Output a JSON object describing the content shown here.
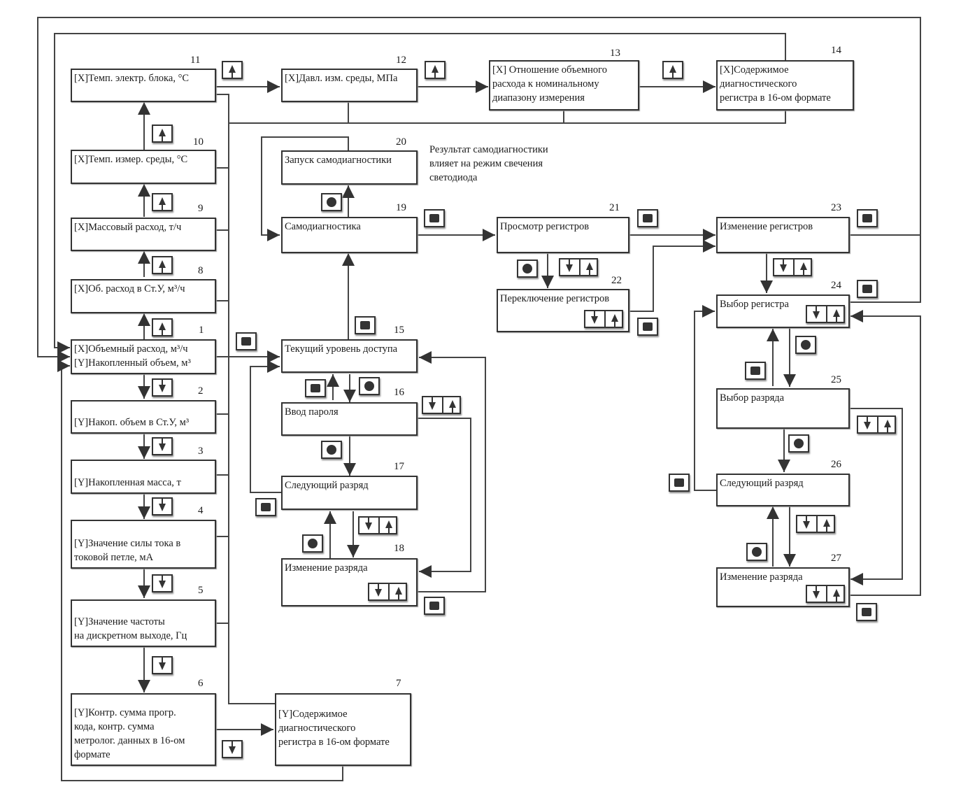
{
  "diagram": {
    "type": "state-transition menu diagram",
    "note": "Результат самодиагностики\nвлияет на режим свечения\nсветодиода",
    "key_legend": {
      "square": "enter/escape key (filled square)",
      "circle": "select key (filled circle)",
      "up": "up-arrow key",
      "down": "down-arrow key"
    },
    "nodes": [
      {
        "id": "1",
        "label": "[X]Объемный расход, м³/ч\n[Y]Накопленный объем, м³"
      },
      {
        "id": "2",
        "label": "[Y]Накоп. объем в Ст.У, м³"
      },
      {
        "id": "3",
        "label": "[Y]Накопленная масса, т"
      },
      {
        "id": "4",
        "label": "[Y]Значение силы тока в\nтоковой петле, мА"
      },
      {
        "id": "5",
        "label": "[Y]Значение частоты\n на дискретном выходе, Гц"
      },
      {
        "id": "6",
        "label": "[Y]Контр. сумма прогр.\nкода, контр. сумма\nметролог. данных в 16-ом\nформате"
      },
      {
        "id": "7",
        "label": "[Y]Содержимое\nдиагностического\nрегистра в 16-ом формате"
      },
      {
        "id": "8",
        "label": "[X]Об. расход в Ст.У, м³/ч"
      },
      {
        "id": "9",
        "label": "[X]Массовый расход, т/ч"
      },
      {
        "id": "10",
        "label": "[X]Темп. измер. среды, °С"
      },
      {
        "id": "11",
        "label": "[X]Темп. электр. блока, °С"
      },
      {
        "id": "12",
        "label": "[X]Давл. изм. среды, МПа"
      },
      {
        "id": "13",
        "label": "[X] Отношение объемного\nрасхода к номинальному\nдиапазону измерения"
      },
      {
        "id": "14",
        "label": "[X]Содержимое\nдиагностического\nрегистра в 16-ом формате"
      },
      {
        "id": "15",
        "label": "Текущий уровень доступа"
      },
      {
        "id": "16",
        "label": "Ввод пароля"
      },
      {
        "id": "17",
        "label": "Следующий разряд"
      },
      {
        "id": "18",
        "label": "Изменение разряда"
      },
      {
        "id": "19",
        "label": "Самодиагностика"
      },
      {
        "id": "20",
        "label": "Запуск самодиагностики"
      },
      {
        "id": "21",
        "label": "Просмотр регистров"
      },
      {
        "id": "22",
        "label": "Переключение регистров"
      },
      {
        "id": "23",
        "label": "Изменение регистров"
      },
      {
        "id": "24",
        "label": "Выбор регистра"
      },
      {
        "id": "25",
        "label": "Выбор разряда"
      },
      {
        "id": "26",
        "label": "Следующий разряд"
      },
      {
        "id": "27",
        "label": "Изменение разряда"
      }
    ]
  }
}
